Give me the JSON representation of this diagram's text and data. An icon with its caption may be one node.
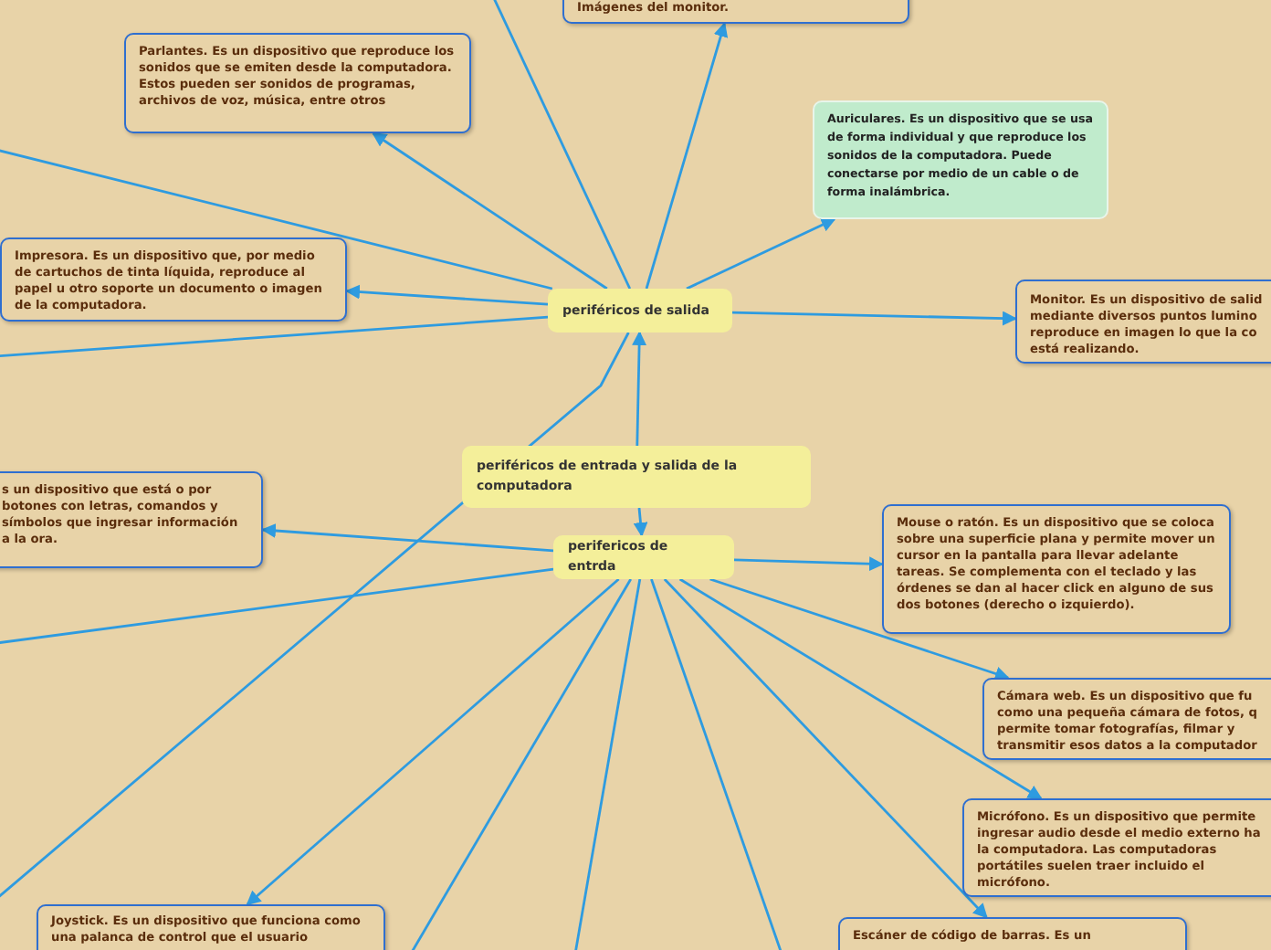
{
  "diagram": {
    "nodes": [
      {
        "text": [
          "Imágenes del monitor."
        ]
      },
      {
        "text": [
          "Parlantes. Es un dispositivo que reproduce los sonidos que se emiten desde la computadora. Estos pueden ser sonidos de programas, archivos de voz, música, entre otros"
        ]
      },
      {
        "text": [
          "Auriculares. Es un dispositivo que se usa de forma individual y que reproduce los sonidos de la computadora. Puede conectarse por medio de un cable o de forma inalámbrica."
        ]
      },
      {
        "text": [
          "Impresora. Es un dispositivo que, por medio de cartuchos de tinta líquida, reproduce al papel u otro soporte un documento o imagen de la computadora."
        ]
      },
      {
        "text": [
          "periféricos de salida"
        ]
      },
      {
        "text": [
          "Monitor. Es un dispositivo de salid mediante diversos puntos lumino reproduce en imagen lo que la co está realizando."
        ]
      },
      {
        "text": [
          "periféricos  de entrada y salida de la computadora"
        ]
      },
      {
        "text": [
          "perifericos de entrda"
        ]
      },
      {
        "text": [
          "s un dispositivo que está o por botones con letras, comandos y símbolos que ingresar información a la ora."
        ]
      },
      {
        "text": [
          "Mouse o ratón. Es un dispositivo que se coloca sobre una superficie plana y permite mover un cursor en la pantalla para llevar adelante tareas. Se complementa con el teclado y las órdenes se dan al hacer click en alguno de sus dos botones (derecho o izquierdo)."
        ]
      },
      {
        "text": [
          "Cámara web. Es un dispositivo que fu como una pequeña cámara de fotos, q permite tomar fotografías, filmar y transmitir esos datos a la computador"
        ]
      },
      {
        "text": [
          "Micrófono. Es un dispositivo que permite ingresar audio desde el medio externo ha la computadora. Las computadoras portátiles suelen traer incluido el micrófono."
        ]
      },
      {
        "text": [
          "Escáner de código de barras. Es un"
        ]
      },
      {
        "text": [
          "Joystick. Es un dispositivo que funciona como una palanca de control que el usuario"
        ]
      }
    ],
    "edges": [
      {
        "from": 4,
        "to": 0,
        "arrow": "to"
      },
      {
        "from": 4,
        "to": 1,
        "arrow": "to"
      },
      {
        "from": 4,
        "to": 2,
        "arrow": "to"
      },
      {
        "from": 4,
        "to": 3,
        "arrow": "to"
      },
      {
        "from": 4,
        "to": 5,
        "arrow": "to"
      },
      {
        "from": 4,
        "to": null,
        "arrow": "none"
      },
      {
        "from": 4,
        "to": null,
        "arrow": "none"
      },
      {
        "from": 4,
        "to": null,
        "arrow": "none"
      },
      {
        "from": 4,
        "to": null,
        "arrow": "none"
      },
      {
        "from": 6,
        "to": 4,
        "arrow": "to"
      },
      {
        "from": 6,
        "to": 7,
        "arrow": "to"
      },
      {
        "from": 7,
        "to": 8,
        "arrow": "to"
      },
      {
        "from": 7,
        "to": 9,
        "arrow": "to"
      },
      {
        "from": 7,
        "to": 10,
        "arrow": "to"
      },
      {
        "from": 7,
        "to": 11,
        "arrow": "to"
      },
      {
        "from": 7,
        "to": 12,
        "arrow": "to"
      },
      {
        "from": 7,
        "to": 13,
        "arrow": "to"
      },
      {
        "from": 7,
        "to": null,
        "arrow": "none"
      },
      {
        "from": 7,
        "to": null,
        "arrow": "none"
      },
      {
        "from": 7,
        "to": null,
        "arrow": "none"
      },
      {
        "from": 7,
        "to": null,
        "arrow": "none"
      }
    ]
  }
}
